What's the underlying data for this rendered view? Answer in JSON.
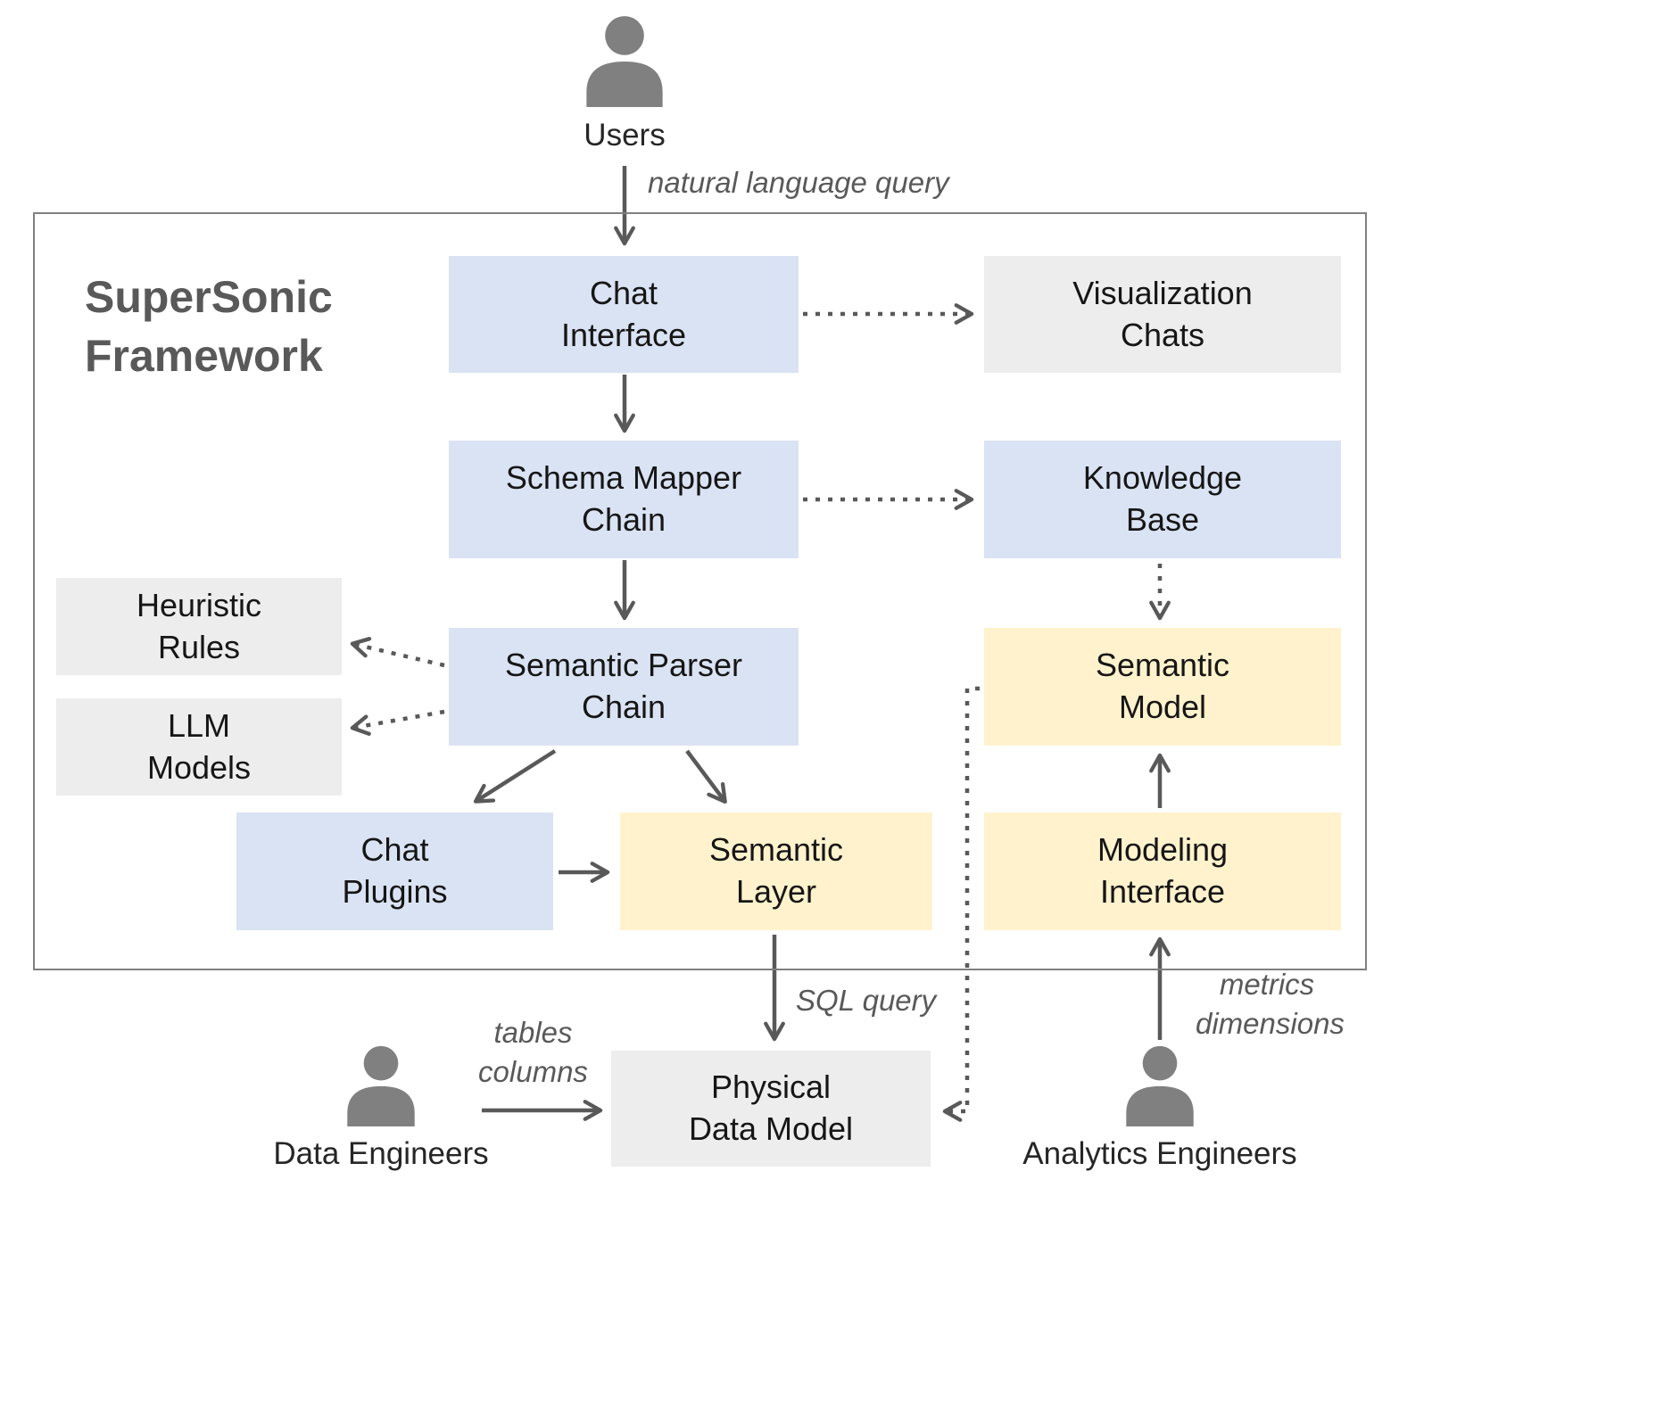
{
  "title": "SuperSonic Framework",
  "actors": {
    "users": "Users",
    "data_engineers": "Data Engineers",
    "analytics_engineers": "Analytics Engineers"
  },
  "nodes": {
    "chat_interface": "Chat\nInterface",
    "visualization_chats": "Visualization\nChats",
    "schema_mapper_chain": "Schema Mapper\nChain",
    "knowledge_base": "Knowledge\nBase",
    "heuristic_rules": "Heuristic\nRules",
    "llm_models": "LLM\nModels",
    "semantic_parser_chain": "Semantic Parser\nChain",
    "semantic_model": "Semantic\nModel",
    "chat_plugins": "Chat\nPlugins",
    "semantic_layer": "Semantic\nLayer",
    "modeling_interface": "Modeling\nInterface",
    "physical_data_model": "Physical\nData Model"
  },
  "edge_labels": {
    "natural_language_query": "natural language query",
    "sql_query": "SQL query",
    "tables_columns": "tables\ncolumns",
    "metrics_dimensions": "metrics\ndimensions"
  },
  "colors": {
    "chain_blue": "#dae3f3",
    "model_yellow": "#fff2cc",
    "external_gray": "#ededed",
    "arrow_gray": "#595959",
    "frame_border": "#7f7f7f",
    "person_gray": "#808080"
  }
}
